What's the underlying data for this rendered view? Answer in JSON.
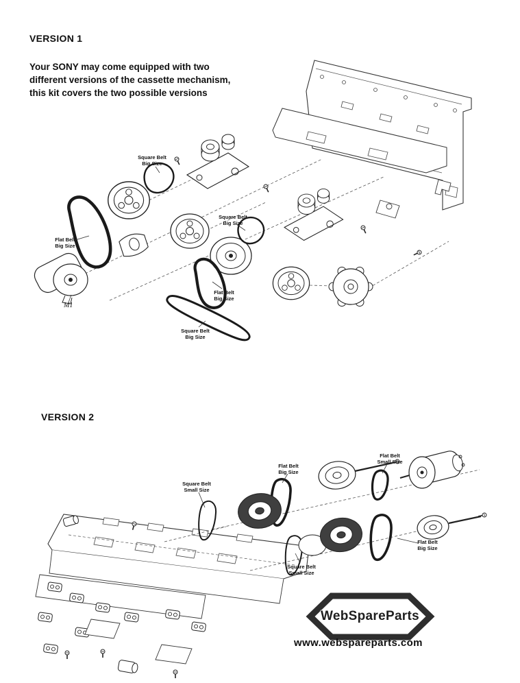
{
  "document": {
    "version1": {
      "title": "VERSION 1",
      "description": "Your SONY may come equipped with two different versions of the cassette mechanism, this kit covers the two possible versions",
      "labels": [
        "Square Belt\nBig Size",
        "Flat Belt\nBig Size",
        "Square Belt\nBig Size",
        "Flat Belt\nBig Size",
        "Square Belt\nBig Size"
      ],
      "motor_label": "M1"
    },
    "version2": {
      "title": "VERSION 2",
      "labels": [
        "Square Belt\nSmall Size",
        "Flat Belt\nBig Size",
        "Flat Belt\nSmall Size",
        "Square Belt\nSmall Size",
        "Flat Belt\nBig Size"
      ]
    },
    "branding": {
      "logo_text": "WebSpareParts",
      "website": "www.webspareparts.com"
    }
  }
}
